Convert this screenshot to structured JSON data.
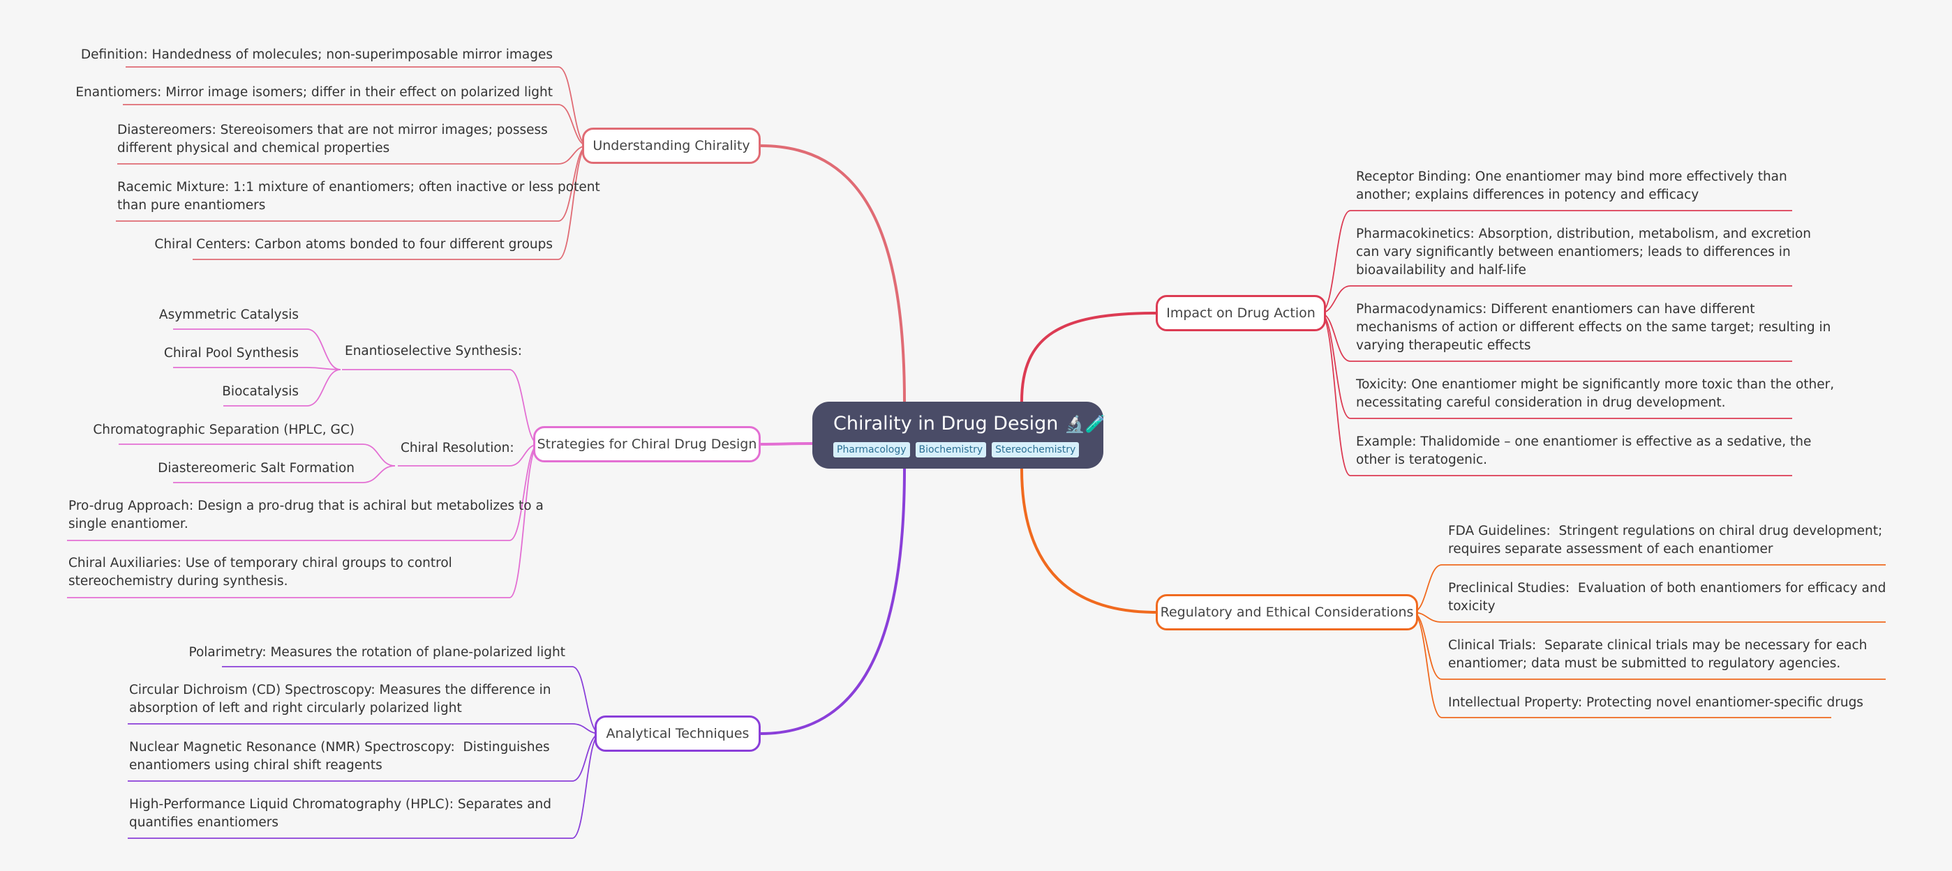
{
  "root": {
    "title": "Chirality in Drug Design",
    "emoji": "🔬🧪",
    "tags": [
      "Pharmacology",
      "Biochemistry",
      "Stereochemistry"
    ]
  },
  "branches": {
    "understanding": {
      "label": "Understanding Chirality",
      "color": "#e06b74",
      "items": [
        "Definition: Handedness of molecules; non-superimposable mirror images",
        "Enantiomers:  Mirror image isomers; differ in their effect on polarized light",
        "Diastereomers: Stereoisomers that are not mirror images; possess\ndifferent physical and chemical properties",
        "Racemic Mixture: 1:1 mixture of enantiomers; often inactive or less potent\nthan pure enantiomers",
        "Chiral Centers: Carbon atoms bonded to four different groups"
      ]
    },
    "strategies": {
      "label": "Strategies for Chiral Drug Design",
      "color": "#e36fd3",
      "enantioselective": {
        "label": "Enantioselective Synthesis:",
        "items": [
          "Asymmetric Catalysis",
          "Chiral Pool Synthesis",
          "Biocatalysis"
        ]
      },
      "resolution": {
        "label": "Chiral Resolution:",
        "items": [
          "Chromatographic Separation (HPLC, GC)",
          "Diastereomeric Salt Formation"
        ]
      },
      "items": [
        "Pro-drug Approach: Design a pro-drug that is achiral but metabolizes to a\nsingle enantiomer.",
        "Chiral Auxiliaries: Use of temporary chiral groups to control\nstereochemistry during synthesis."
      ]
    },
    "analytical": {
      "label": "Analytical Techniques",
      "color": "#8a3fd9",
      "items": [
        "Polarimetry: Measures the rotation of plane-polarized light",
        "Circular Dichroism (CD) Spectroscopy: Measures the difference in\nabsorption of left and right circularly polarized light",
        "Nuclear Magnetic Resonance (NMR) Spectroscopy:  Distinguishes\nenantiomers using chiral shift reagents",
        "High-Performance Liquid Chromatography (HPLC): Separates and\nquantifies enantiomers"
      ]
    },
    "impact": {
      "label": "Impact on Drug Action",
      "color": "#dc3b53",
      "items": [
        "Receptor Binding: One enantiomer may bind more effectively than\nanother; explains differences in potency and efficacy",
        "Pharmacokinetics: Absorption, distribution, metabolism, and excretion\ncan vary significantly between enantiomers; leads to differences in\nbioavailability and half-life",
        "Pharmacodynamics: Different enantiomers can have different\nmechanisms of action or different effects on the same target; resulting in\nvarying therapeutic effects",
        "Toxicity: One enantiomer might be significantly more toxic than the other,\nnecessitating careful consideration in drug development.",
        "Example: Thalidomide – one enantiomer is effective as a sedative, the\nother is teratogenic."
      ]
    },
    "regulatory": {
      "label": "Regulatory and Ethical Considerations",
      "color": "#f06a1f",
      "items": [
        "FDA Guidelines:  Stringent regulations on chiral drug development;\nrequires separate assessment of each enantiomer",
        "Preclinical Studies:  Evaluation of both enantiomers for efficacy and\ntoxicity",
        "Clinical Trials:  Separate clinical trials may be necessary for each\nenantiomer; data must be submitted to regulatory agencies.",
        "Intellectual Property:  Protecting novel enantiomer-specific drugs"
      ]
    }
  }
}
